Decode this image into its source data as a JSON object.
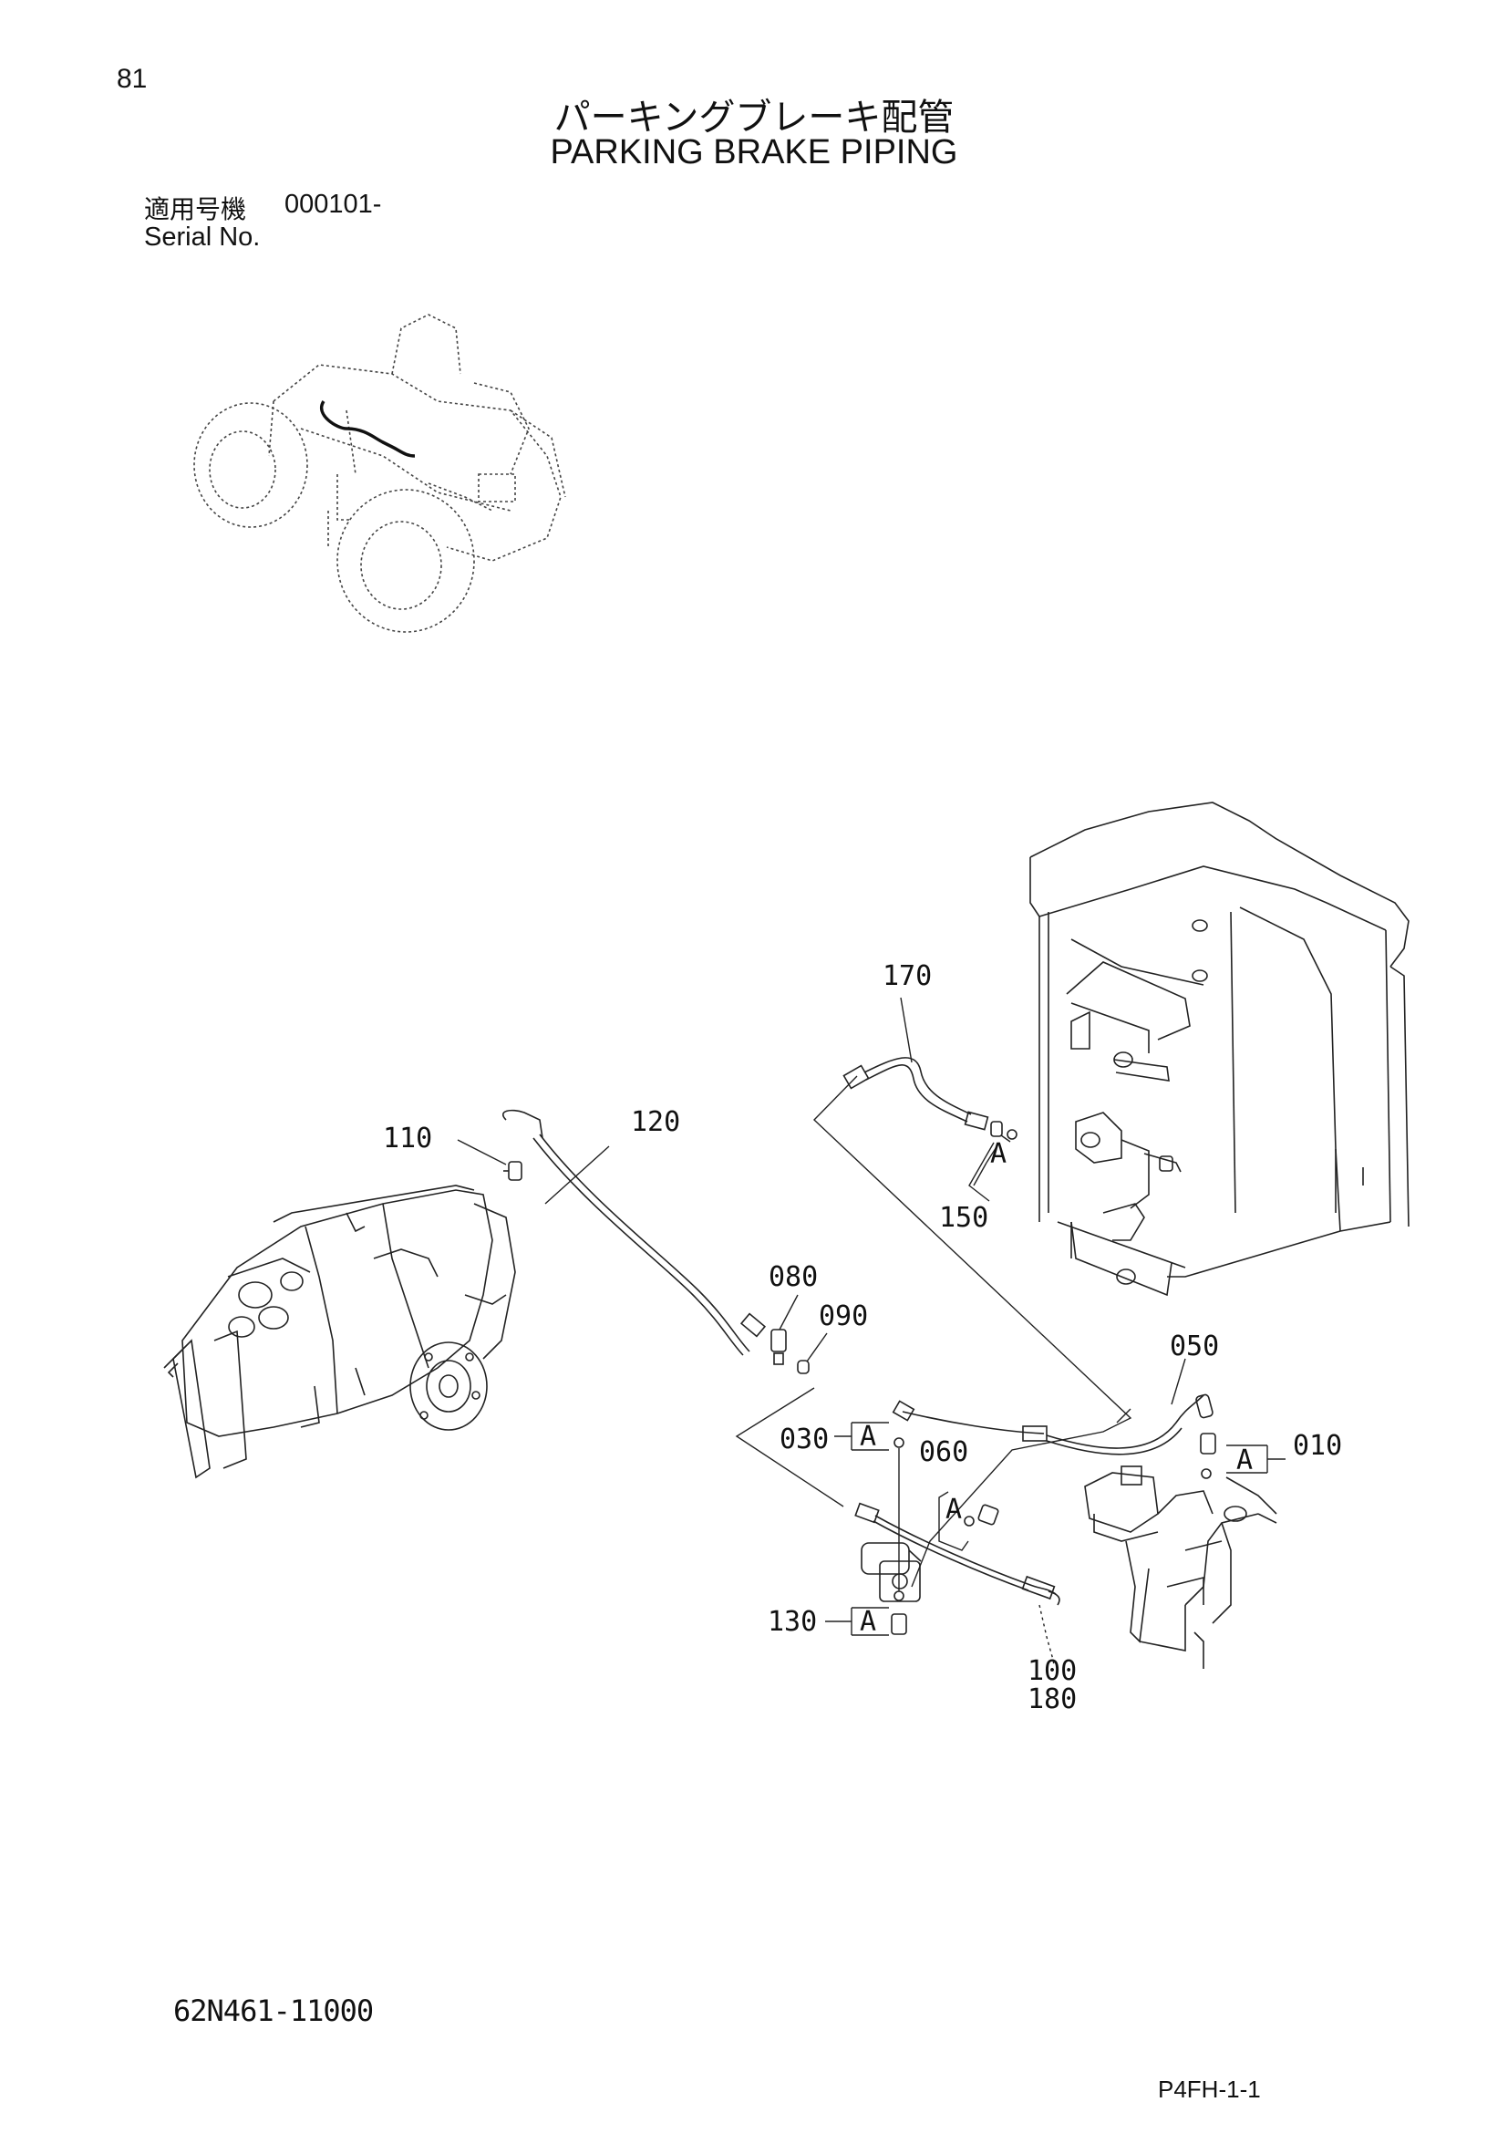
{
  "page": {
    "number": "81",
    "title_ja": "パーキングブレーキ配管",
    "title_en": "PARKING BRAKE PIPING",
    "serial_label_ja": "適用号機",
    "serial_value": "000101-",
    "serial_label_en": "Serial No.",
    "drawing_number": "62N461-11000",
    "page_code": "P4FH-1-1"
  },
  "parts": {
    "p010": "010",
    "p030": "030",
    "p050": "050",
    "p060": "060",
    "p080": "080",
    "p090": "090",
    "p100": "100",
    "p110": "110",
    "p120": "120",
    "p130": "130",
    "p150": "150",
    "p170": "170",
    "p180": "180",
    "detail_marker": "A"
  }
}
